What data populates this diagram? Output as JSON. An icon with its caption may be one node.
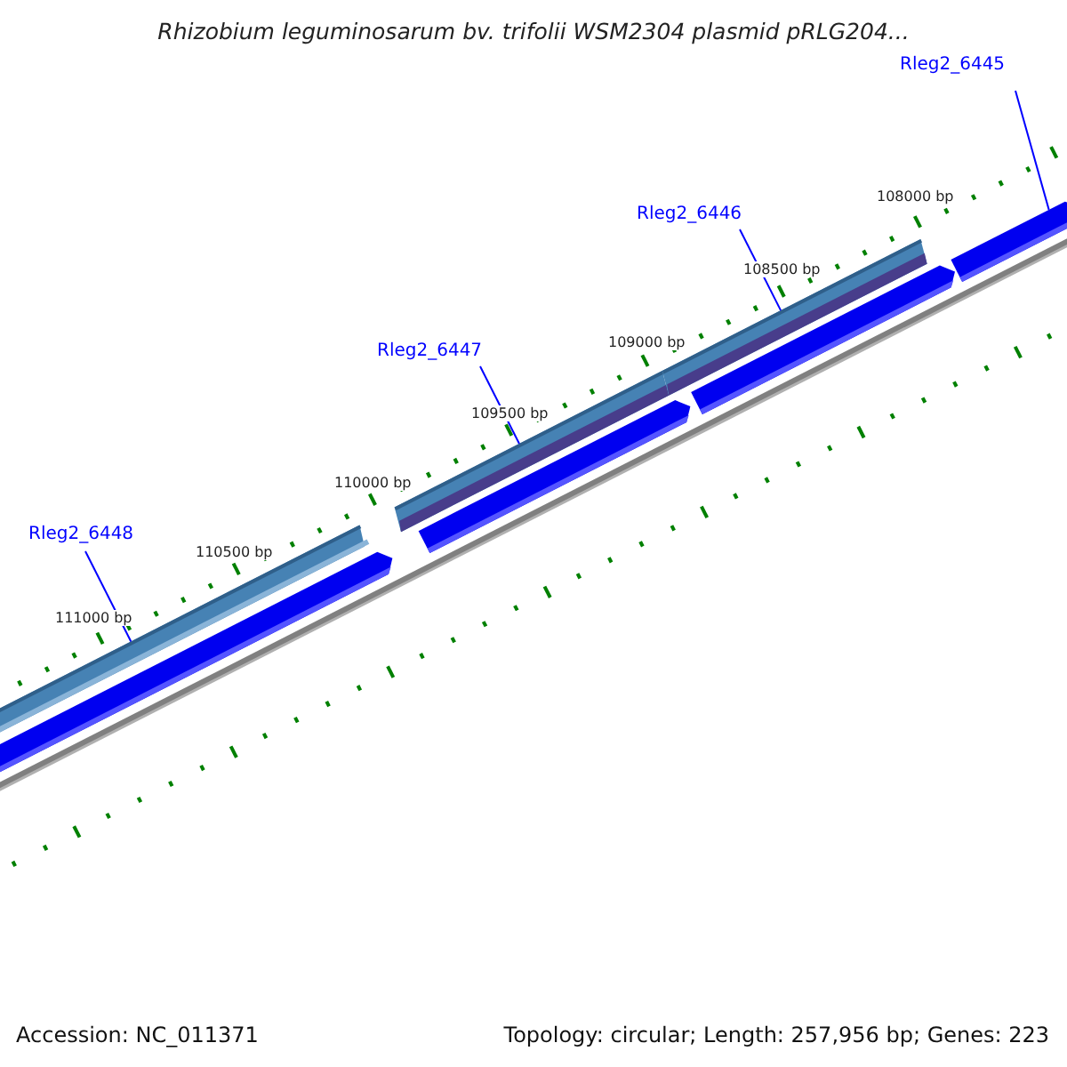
{
  "diagram": {
    "title": "Rhizobium leguminosarum bv. trifolii WSM2304 plasmid pRLG204...",
    "nodes": [
      {
        "text": [
          "Rleg2_6445"
        ]
      },
      {
        "text": [
          "Rleg2_6446"
        ]
      },
      {
        "text": [
          "Rleg2_6447"
        ]
      },
      {
        "text": [
          "Rleg2_6448"
        ]
      },
      {
        "text": [],
        "shape": "bar"
      },
      {
        "text": [],
        "shape": "bar"
      },
      {
        "text": [],
        "shape": "bar"
      },
      {
        "text": [],
        "shape": "bar"
      },
      {
        "text": [],
        "shape": "bar"
      },
      {
        "text": [],
        "shape": "bar"
      },
      {
        "text": [],
        "shape": "bar"
      }
    ],
    "edges": [
      {
        "from": 0,
        "to": 10,
        "arrow": "none"
      },
      {
        "from": 1,
        "to": 8,
        "arrow": "none"
      },
      {
        "from": 2,
        "to": 6,
        "arrow": "none"
      },
      {
        "from": 3,
        "to": 4,
        "arrow": "none"
      }
    ],
    "labels": [
      "108000 bp",
      "108500 bp",
      "109000 bp",
      "109500 bp",
      "110000 bp",
      "110500 bp",
      "111000 bp",
      "Accession: NC_011371",
      "Topology: circular; Length: 257,956 bp; Genes: 223"
    ]
  }
}
